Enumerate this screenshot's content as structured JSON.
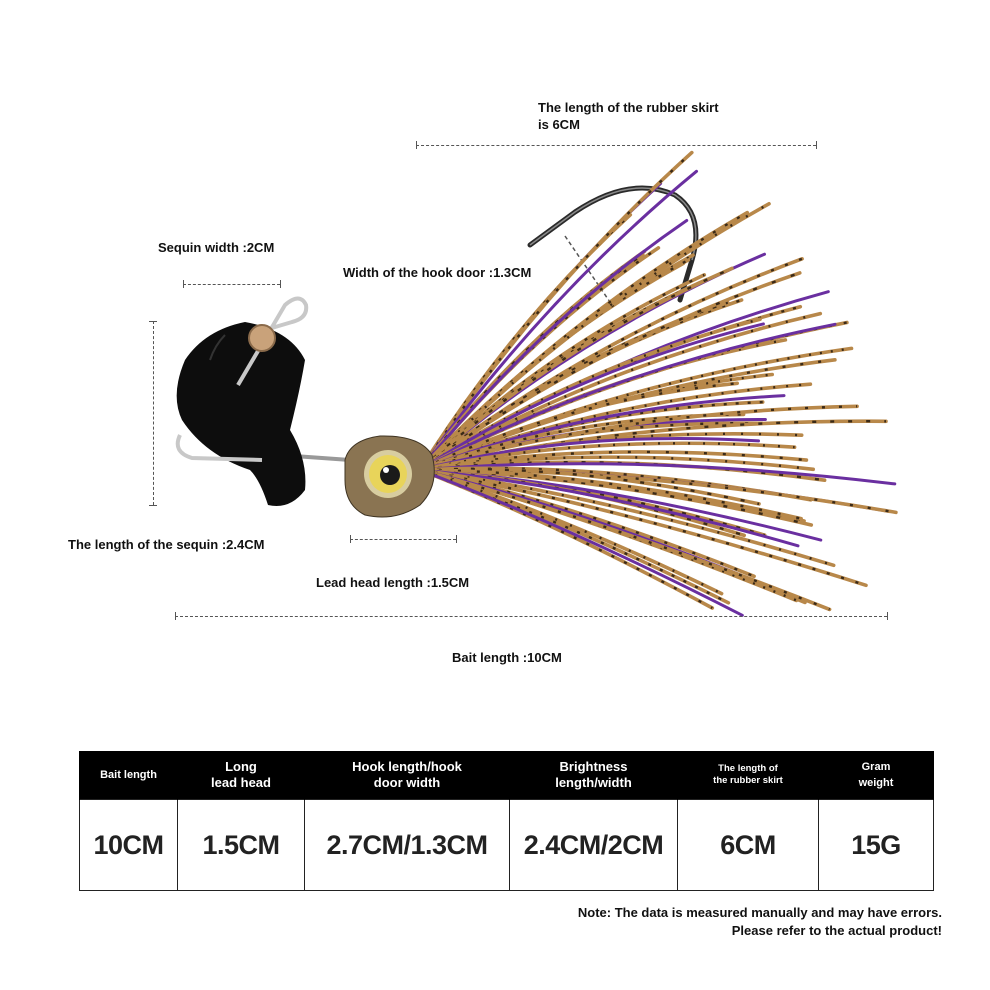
{
  "annotations": {
    "rubber_skirt_length": "The length of the rubber skirt\nis 6CM",
    "sequin_width": "Sequin width :2CM",
    "hook_door_width": "Width of the hook door :1.3CM",
    "sequin_length": "The length of the sequin :2.4CM",
    "lead_head_length": "Lead head length :1.5CM",
    "bait_length": "Bait length :10CM"
  },
  "colors": {
    "skirt_tan": "#b8884a",
    "skirt_purple": "#6a2fa0",
    "blade": "#0d0d0d",
    "eye": "#e8d45a",
    "head": "#8a7452"
  },
  "specs_table": {
    "headers": [
      "Bait length",
      "Long\nlead head",
      "Hook length/hook\ndoor width",
      "Brightness\nlength/width",
      "The length of\nthe rubber skirt",
      "Gram\nweight"
    ],
    "values": [
      "10CM",
      "1.5CM",
      "2.7CM/1.3CM",
      "2.4CM/2CM",
      "6CM",
      "15G"
    ]
  },
  "note": {
    "line1": "Note: The data is measured manually and may have errors.",
    "line2": "Please refer to the actual product!"
  }
}
